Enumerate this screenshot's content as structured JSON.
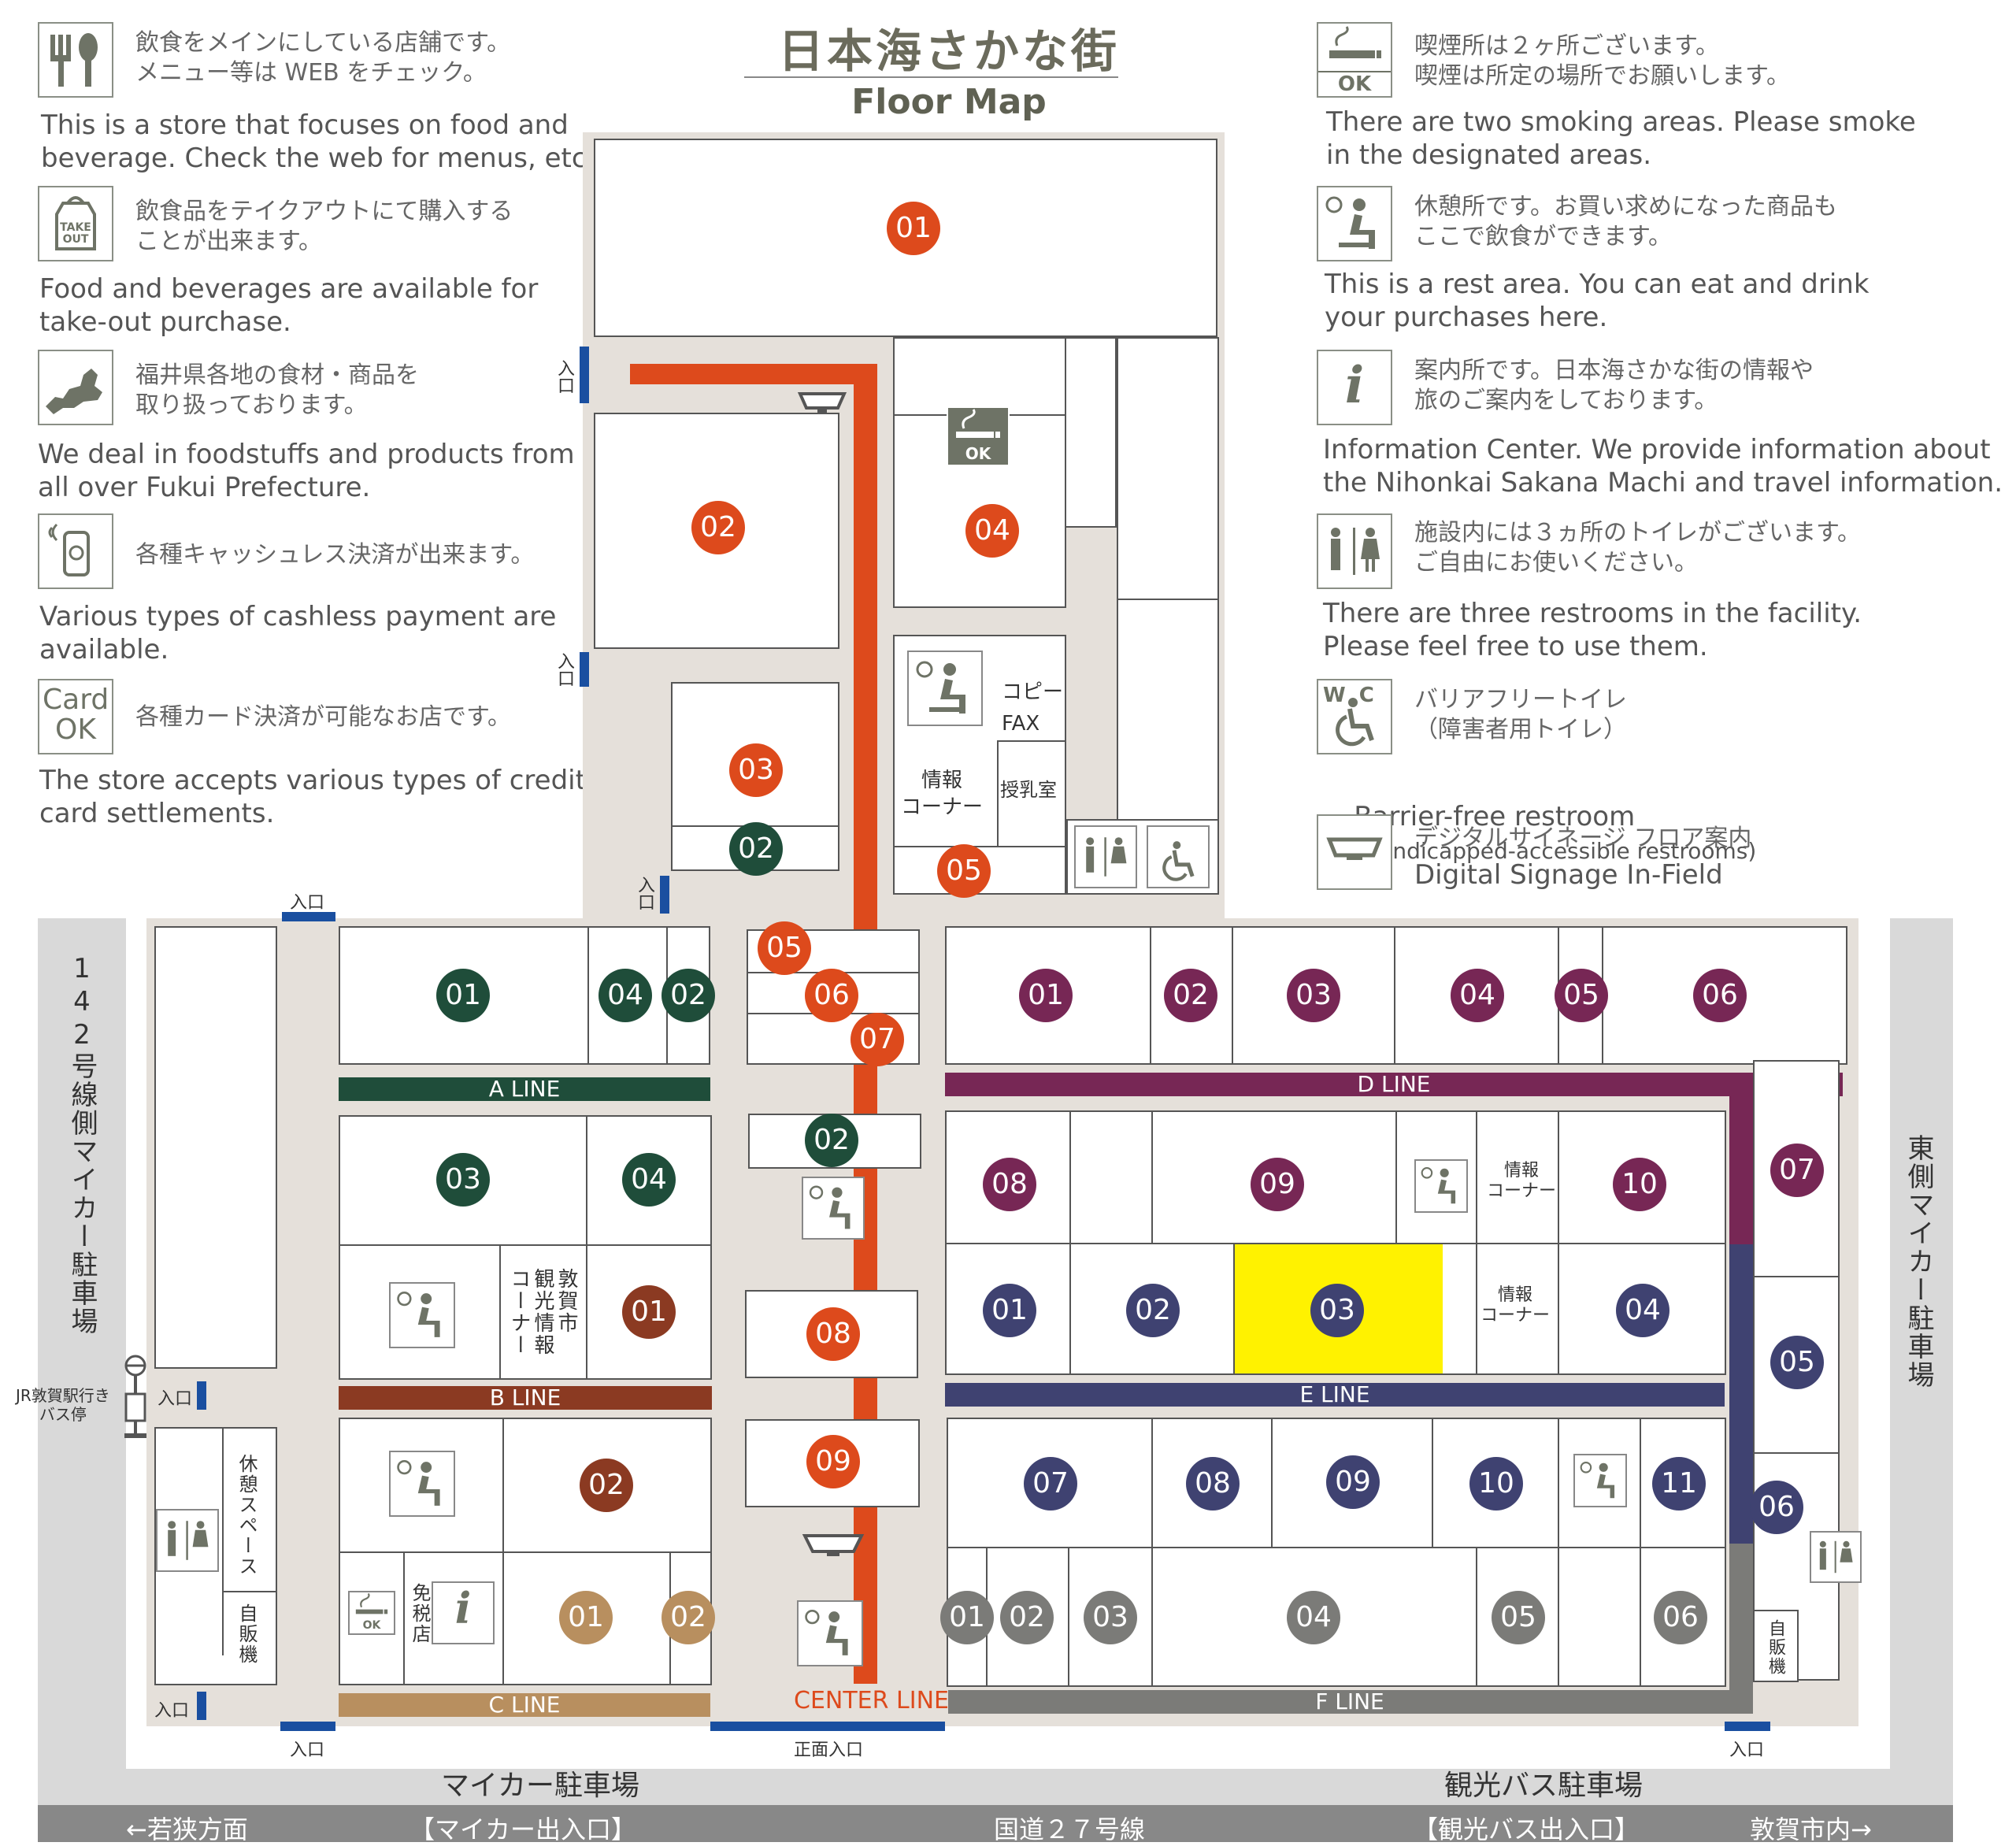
{
  "title": {
    "jp": "日本海さかな街",
    "en": "Floor Map"
  },
  "legend_left": [
    {
      "icon": "fork-spoon-icon",
      "jp": "飲食をメインにしている店舗です。\nメニュー等は WEB をチェック。",
      "en": "This is a store that focuses on food and\nbeverage. Check the web for menus, etc."
    },
    {
      "icon": "takeout-bag-icon",
      "icon_text": "TAKE OUT",
      "jp": "飲食品をテイクアウトにて購入する\nことが出来ます。",
      "en": "Food and beverages are available for\ntake-out purchase."
    },
    {
      "icon": "fukui-map-icon",
      "jp": "福井県各地の食材・商品を\n取り扱っております。",
      "en": "We deal in foodstuffs and products from\nall over Fukui Prefecture."
    },
    {
      "icon": "cashless-phone-icon",
      "jp": "各種キャッシュレス決済が出来ます。",
      "en": "Various types of cashless payment are\navailable."
    },
    {
      "icon": "card-ok-icon",
      "icon_text": "Card OK",
      "jp": "各種カード決済が可能なお店です。",
      "en": "The store accepts various types of credit\ncard settlements."
    }
  ],
  "legend_right": [
    {
      "icon": "smoking-ok-icon",
      "icon_text": "OK",
      "jp": "喫煙所は２ヶ所ございます。\n喫煙は所定の場所でお願いします。",
      "en": "There are two smoking areas. Please smoke\nin the designated areas."
    },
    {
      "icon": "rest-area-icon",
      "jp": "休憩所です。お買い求めになった商品も\nここで飲食ができます。",
      "en": "This is a rest area. You can eat and drink\nyour purchases here."
    },
    {
      "icon": "info-icon",
      "icon_text": "i",
      "jp": "案内所です。日本海さかな街の情報や\n旅のご案内をしております。",
      "en": "Information Center. We provide information about\nthe Nihonkai Sakana Machi and travel information."
    },
    {
      "icon": "restroom-icon",
      "jp": "施設内には３ヵ所のトイレがございます。\nご自由にお使いください。",
      "en": "There are three restrooms in the facility.\nPlease feel free to use them."
    },
    {
      "icon": "wheelchair-wc-icon",
      "icon_text": "W C",
      "jp": "バリアフリートイレ\n（障害者用トイレ）",
      "en": "Barrier-free restroom",
      "en_small": "(Handicapped-accessible restrooms)"
    },
    {
      "icon": "digital-signage-icon",
      "jp": "デジタルサイネージ フロア案内",
      "en": "Digital Signage In-Field"
    }
  ],
  "colors": {
    "orange": "#dd4a1c",
    "green": "#1f4d3a",
    "brown": "#8b3a22",
    "tan": "#b88f5f",
    "purple": "#772755",
    "navy": "#3f4271",
    "gray": "#7b7b78",
    "yellow": "#fff200",
    "entry_blue": "#1a4fa0"
  },
  "map_labels": {
    "entrance": "入口",
    "main_entrance": "正面入口",
    "copy": "コピー",
    "fax": "FAX",
    "info_corner": "情報\nコーナー",
    "nursing": "授乳室",
    "tsuruga_info": "敦賀市\n観光情報\nコーナー",
    "rest_space": "休憩スペース",
    "vending": "自販機",
    "duty_free": "免税店",
    "left_parking_vertical": "142号線側マイカー駐車場",
    "right_parking_vertical": "東側マイカー駐車場",
    "bus_stop": "JR敦賀駅行き\nバス停",
    "car_parking": "マイカー駐車場",
    "bus_parking": "観光バス駐車場",
    "smoking_ok": "OK",
    "info_i": "i"
  },
  "lines": {
    "a": "A LINE",
    "b": "B LINE",
    "c": "C LINE",
    "d": "D LINE",
    "e": "E LINE",
    "f": "F LINE",
    "center": "CENTER LINE"
  },
  "road": {
    "left": "←若狭方面",
    "car_entrance": "【マイカー出入口】",
    "route": "国道２７号線",
    "bus_entrance": "【観光バス出入口】",
    "right": "敦賀市内→"
  },
  "shops": {
    "center_01": "01",
    "center_02": "02",
    "center_03": "03",
    "center_02b": "02",
    "center_04": "04",
    "center_05": "05",
    "center_05b": "05",
    "center_06": "06",
    "center_07": "07",
    "center_02c": "02",
    "center_08": "08",
    "center_09": "09",
    "a_01": "01",
    "a_04": "04",
    "a_02": "02",
    "a_03": "03",
    "a_04b": "04",
    "b_01": "01",
    "b_02": "02",
    "c_01": "01",
    "c_02": "02",
    "d_01": "01",
    "d_02": "02",
    "d_03": "03",
    "d_04": "04",
    "d_05": "05",
    "d_06": "06",
    "d_07": "07",
    "d_08": "08",
    "d_09": "09",
    "d_10": "10",
    "e_01": "01",
    "e_02": "02",
    "e_03": "03",
    "e_04": "04",
    "e_05": "05",
    "e_06": "06",
    "e_07": "07",
    "e_08": "08",
    "e_09": "09",
    "e_10": "10",
    "e_11": "11",
    "f_01": "01",
    "f_02": "02",
    "f_03": "03",
    "f_04": "04",
    "f_05": "05",
    "f_06": "06"
  }
}
